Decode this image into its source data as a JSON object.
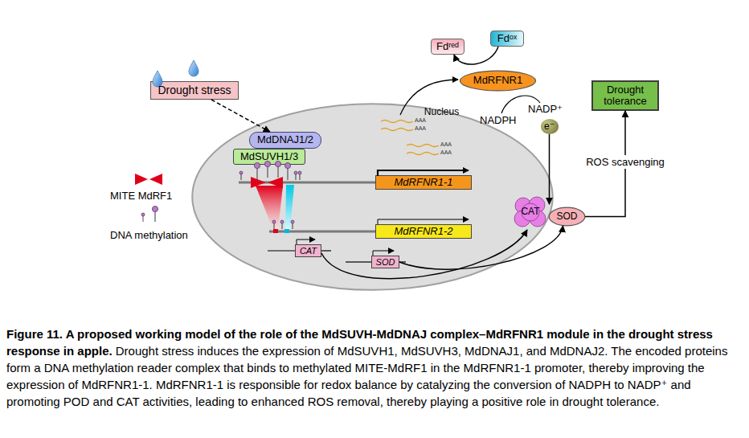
{
  "diagram": {
    "title": "Figure 11. A proposed working model of the role of the MdSUVH-MdDNAJ complex–MdRFNR1 module in the drought stress response in apple.",
    "caption": "Drought stress induces the expression of MdSUVH1, MdSUVH3, MdDNAJ1, and MdDNAJ2. The encoded proteins form a DNA methylation reader complex that binds to methylated MITE-MdRF1 in the MdRFNR1-1 promoter, thereby improving the expression of MdRFNR1-1. MdRFNR1-1 is responsible for redox balance by catalyzing the conversion of NADPH to NADP⁺ and promoting POD and CAT activities, leading to enhanced ROS removal, thereby playing a positive role in drought tolerance.",
    "nodes": [
      {
        "text": [
          "Fdʳᵉᵈ"
        ]
      },
      {
        "text": [
          "Fdᵒˣ"
        ]
      },
      {
        "text": [
          "MdRFNR1"
        ]
      },
      {
        "text": [
          "Drought tolerance"
        ]
      },
      {
        "text": [
          "Drought stress"
        ]
      },
      {
        "text": [
          "Nucleus"
        ]
      },
      {
        "text": [
          "MdDNAJ1/2"
        ],
        "in": 5
      },
      {
        "text": [
          "MdSUVH1/3"
        ],
        "in": 5
      },
      {
        "text": [
          "MdRFNR1-1"
        ],
        "in": 5
      },
      {
        "text": [
          "MdRFNR1-2"
        ],
        "in": 5
      },
      {
        "text": [
          "CAT"
        ],
        "in": 5
      },
      {
        "text": [
          "SOD"
        ],
        "in": 5
      },
      {
        "text": [
          "e⁻"
        ]
      },
      {
        "text": [
          "CAT"
        ]
      },
      {
        "text": [
          "SOD"
        ]
      }
    ],
    "edges": [
      {
        "from": 4,
        "to": 6,
        "arrow": "to"
      },
      {
        "from": 1,
        "to": 0,
        "arrow": "to"
      },
      {
        "from": 12,
        "to": 14,
        "arrow": "to"
      },
      {
        "from": 14,
        "to": 3,
        "label": "ROS scavenging",
        "arrow": "to"
      },
      {
        "from": 10,
        "to": 13,
        "arrow": "to"
      },
      {
        "from": 11,
        "to": 14,
        "arrow": "to"
      }
    ],
    "labels": [
      "AAA",
      "AAA",
      "AAA",
      "AAA",
      "NADPH",
      "NADP⁺"
    ],
    "legend": [
      {
        "text": "MITE MdRF1"
      },
      {
        "text": "DNA methylation"
      }
    ]
  }
}
